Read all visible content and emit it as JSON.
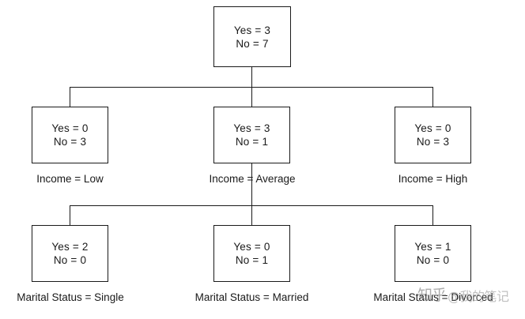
{
  "diagram": {
    "type": "decision-tree",
    "title": "",
    "background_color": "#ffffff",
    "line_color": "#1a1a1a",
    "nodes": {
      "root": {
        "yes": "Yes = 3",
        "no": "No = 7"
      },
      "income_low": {
        "yes": "Yes = 0",
        "no": "No = 3"
      },
      "income_average": {
        "yes": "Yes = 3",
        "no": "No = 1"
      },
      "income_high": {
        "yes": "Yes = 0",
        "no": "No = 3"
      },
      "marital_single": {
        "yes": "Yes = 2",
        "no": "No = 0"
      },
      "marital_married": {
        "yes": "Yes = 0",
        "no": "No = 1"
      },
      "marital_divorced": {
        "yes": "Yes = 1",
        "no": "No = 0"
      }
    },
    "labels": {
      "income_low": "Income = Low",
      "income_average": "Income = Average",
      "income_high": "Income = High",
      "marital_single": "Marital Status = Single",
      "marital_married": "Marital Status = Married",
      "marital_divorced": "Marital Status = Divorced"
    },
    "watermark": {
      "primary": "知乎",
      "secondary": "@我的笔记"
    }
  }
}
